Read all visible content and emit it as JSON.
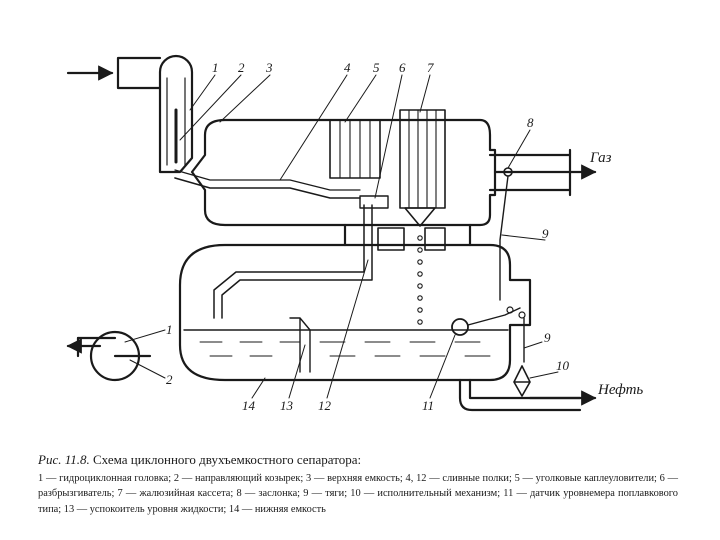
{
  "diagram": {
    "labels": {
      "n1": "1",
      "n2": "2",
      "n3": "3",
      "n4": "4",
      "n5": "5",
      "n6": "6",
      "n7": "7",
      "n8": "8",
      "n9": "9",
      "n9b": "9",
      "n10": "10",
      "n11": "11",
      "n12": "12",
      "n13": "13",
      "n14": "14",
      "d1": "1",
      "d2": "2"
    },
    "flows": {
      "gas": "Газ",
      "oil": "Нефть"
    }
  },
  "caption": {
    "fig_label": "Рис. 11.8.",
    "title": "Схема циклонного двухъемкостного сепаратора:",
    "legend": "1 — гидроциклонная головка; 2 — направляющий козырек; 3 — верхняя емкость; 4, 12 — сливные полки; 5 — уголковые каплеуловители; 6 — разбрызгиватель; 7 — жалюзийная кассета; 8 — заслонка; 9 — тяги; 10 — исполнительный механизм; 11 — датчик уровнемера поплавкового типа; 13 — успокоитель уровня жидкости; 14 — нижняя емкость"
  }
}
